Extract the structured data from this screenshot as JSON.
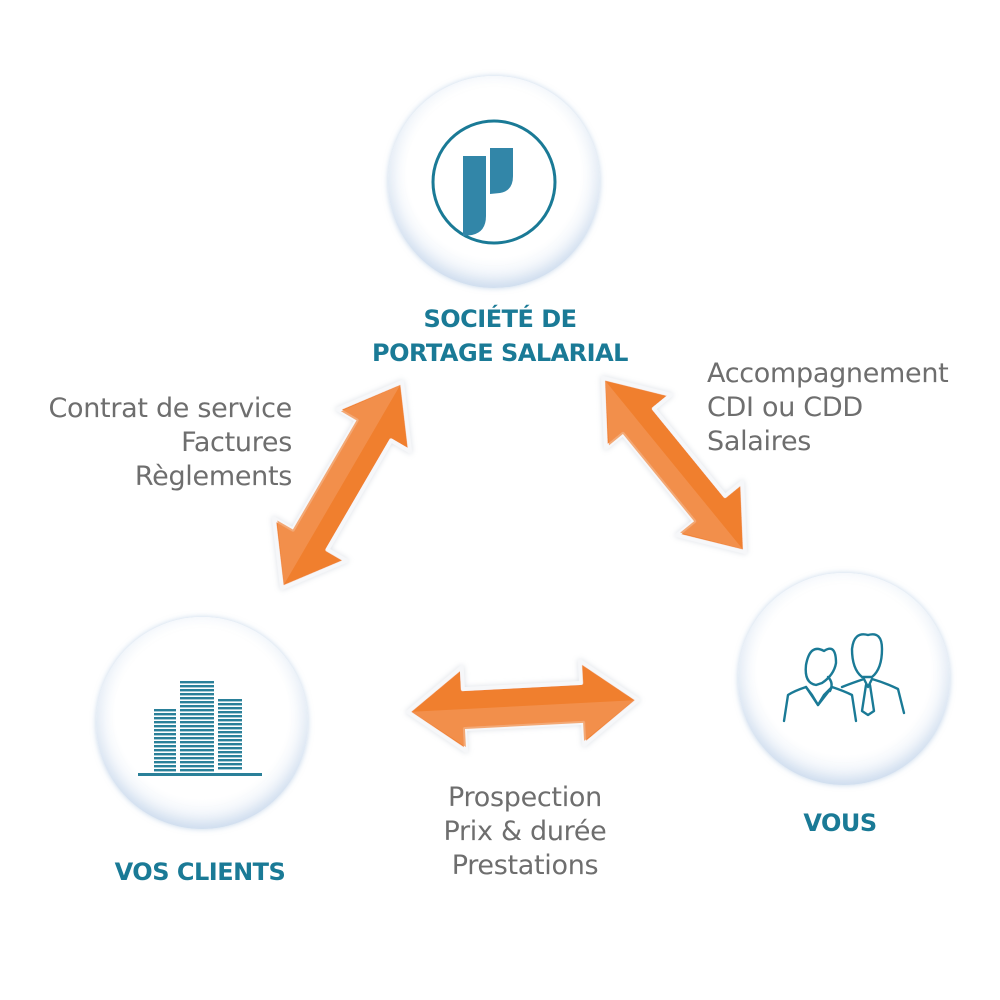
{
  "nodes": {
    "top": {
      "title_line1": "SOCIÉTÉ DE",
      "title_line2": "PORTAGE SALARIAL",
      "icon": "portage-logo-icon"
    },
    "left": {
      "title": "VOS CLIENTS",
      "icon": "buildings-icon"
    },
    "right": {
      "title": "VOUS",
      "icon": "people-icon"
    }
  },
  "edges": {
    "left_top": {
      "lines": [
        "Contrat de service",
        "Factures",
        "Règlements"
      ]
    },
    "top_right": {
      "lines": [
        "Accompagnement",
        "CDI ou CDD",
        "Salaires"
      ]
    },
    "left_right": {
      "lines": [
        "Prospection",
        "Prix & durée",
        "Prestations"
      ]
    }
  },
  "colors": {
    "accent": "#1a7a96",
    "arrow": "#f07f2e",
    "arrow_light": "#f39353",
    "text": "#6e6e6e"
  }
}
